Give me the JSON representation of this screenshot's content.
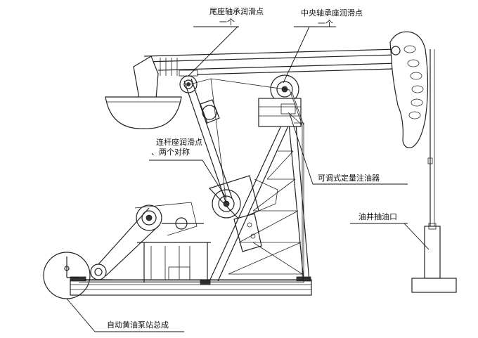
{
  "labels": {
    "tail_bearing": "尾座轴承润滑点",
    "tail_bearing_count": "一个",
    "center_bearing": "中央轴承座润滑点",
    "center_bearing_count": "一个",
    "connecting_rod": "连杆座润滑点",
    "connecting_rod_count": "、两个对称",
    "lubricator": "可调式定量注油器",
    "wellhead": "油井抽油口",
    "grease_station": "自动黄油泵站总成"
  }
}
